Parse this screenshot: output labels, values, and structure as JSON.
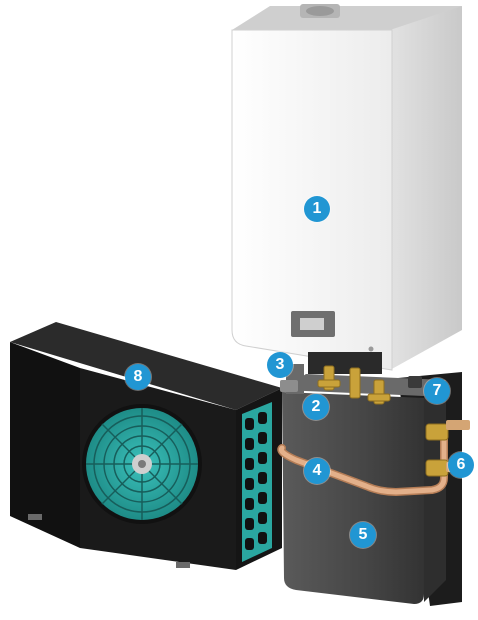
{
  "callouts": [
    "1",
    "2",
    "3",
    "4",
    "5",
    "6",
    "7",
    "8"
  ],
  "colors": {
    "callout": "#2196d3",
    "indoor_unit_front": "#f4f4f4",
    "indoor_unit_side": "#d9d9d9",
    "outdoor_unit": "#1a1a1a",
    "fan_guard": "#2aa7a0",
    "hydro_module": "#4a4a4a",
    "copper_pipe": "#d9a27a",
    "brass_fitting": "#c9a23a"
  }
}
